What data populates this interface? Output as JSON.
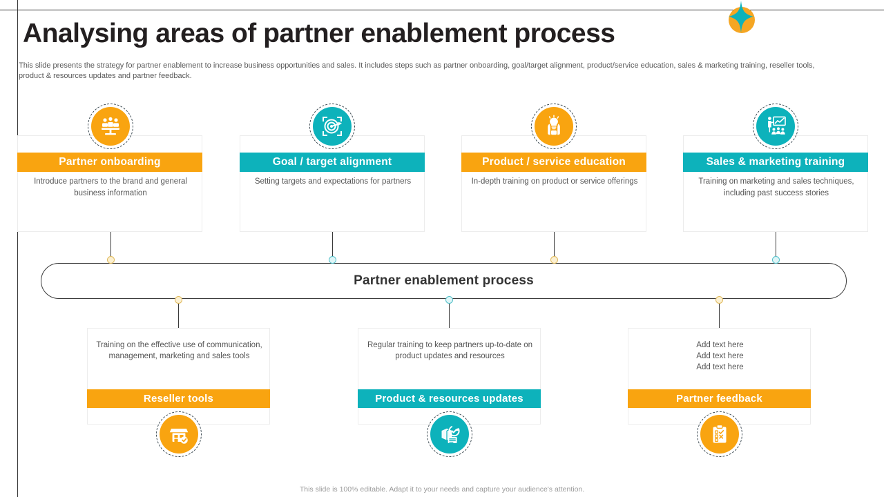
{
  "slide": {
    "title": "Analysing areas of partner enablement process",
    "subtitle": "This slide presents the strategy for partner enablement to increase business opportunities and sales. It includes steps such as partner onboarding, goal/target alignment, product/service education, sales & marketing training, reseller tools, product & resources updates and partner feedback.",
    "footer": "This slide is 100% editable. Adapt it to your needs and capture your audience's attention."
  },
  "center": {
    "label": "Partner enablement process"
  },
  "colors": {
    "orange": "#F9A410",
    "teal": "#0DB2BB",
    "dot_orange_fill": "#FBF0D2",
    "dot_orange_stroke": "#E0B95A",
    "dot_teal_fill": "#DFF5F7",
    "dot_teal_stroke": "#4FBFC8",
    "line": "#3A3A3A",
    "text": "#555555",
    "title": "#231F20"
  },
  "top_cards": [
    {
      "title": "Partner onboarding",
      "body": "Introduce partners to the brand and general business information",
      "color": "orange",
      "icon": "meeting-table-people-icon"
    },
    {
      "title": "Goal / target alignment",
      "body": "Setting targets and expectations for partners",
      "color": "teal",
      "icon": "target-arrow-icon"
    },
    {
      "title": "Product / service education",
      "body": "In-depth training on product or service offerings",
      "color": "orange",
      "icon": "hands-holding-idea-icon"
    },
    {
      "title": "Sales & marketing training",
      "body": "Training on marketing and sales techniques, including past success stories",
      "color": "teal",
      "icon": "presenter-chart-audience-icon"
    }
  ],
  "bottom_cards": [
    {
      "title": "Reseller tools",
      "body": "Training on the effective use of communication, management, marketing and sales tools",
      "color": "orange",
      "icon": "shop-check-icon"
    },
    {
      "title": "Product & resources updates",
      "body": "Regular training to keep partners up-to-date on product updates and resources",
      "color": "teal",
      "icon": "package-update-check-icon"
    },
    {
      "title": "Partner feedback",
      "body": "Add text here\nAdd text here\nAdd text here",
      "color": "orange",
      "icon": "clipboard-checklist-icon"
    }
  ]
}
